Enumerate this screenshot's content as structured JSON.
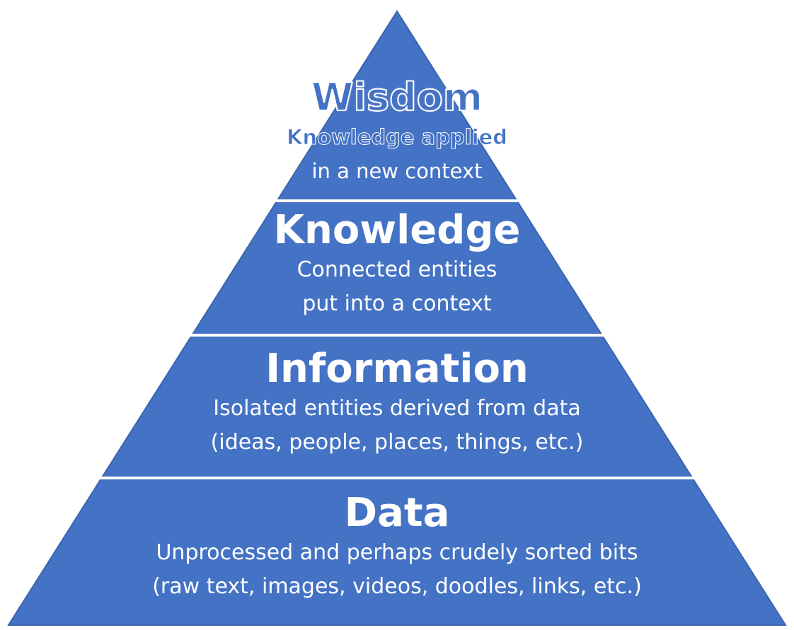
{
  "colors": {
    "fill": "#4472c4",
    "stroke": "#3a64ad",
    "separator": "#ffffff",
    "text": "#ffffff"
  },
  "levels": [
    {
      "id": "wisdom",
      "title": "Wisdom",
      "lines": [
        "Knowledge applied",
        "in a new context"
      ]
    },
    {
      "id": "knowledge",
      "title": "Knowledge",
      "lines": [
        "Connected entities",
        "put into a context"
      ]
    },
    {
      "id": "information",
      "title": "Information",
      "lines": [
        "Isolated entities derived from data",
        "(ideas, people, places, things, etc.)"
      ]
    },
    {
      "id": "data",
      "title": "Data",
      "lines": [
        "Unprocessed and perhaps crudely sorted bits",
        "(raw text, images, videos, doodles, links, etc.)"
      ]
    }
  ]
}
